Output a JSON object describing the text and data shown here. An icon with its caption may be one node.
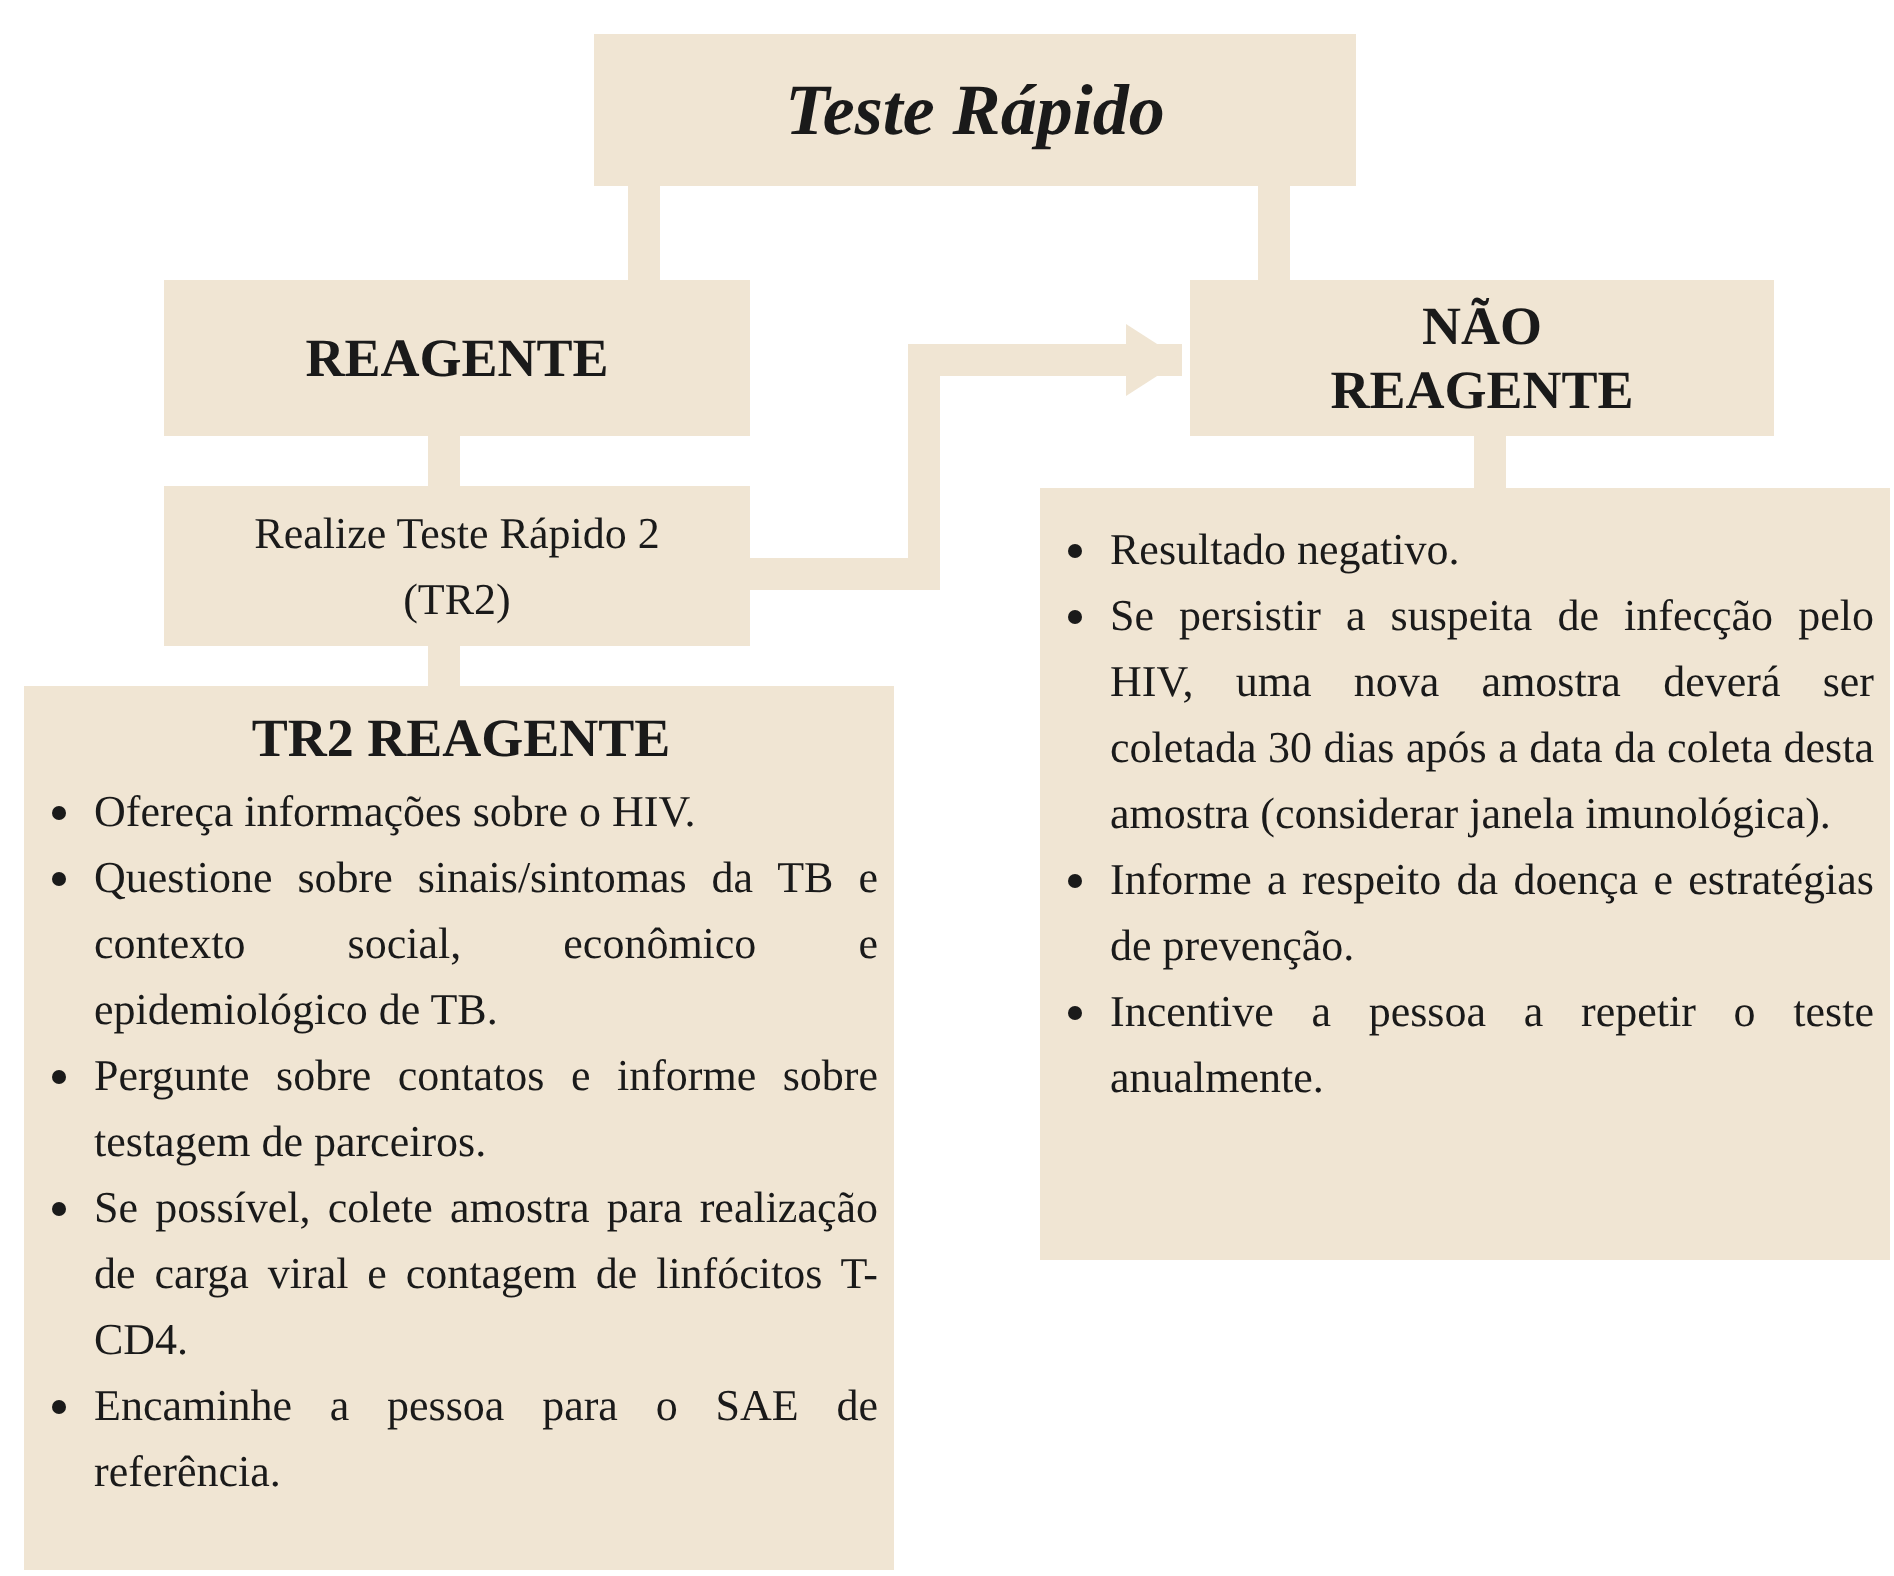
{
  "diagram": {
    "nodes": [
      {
        "text": [
          "Teste Rápido"
        ]
      },
      {
        "text": [
          "REAGENTE"
        ]
      },
      {
        "text": [
          "NÃO REAGENTE"
        ]
      },
      {
        "text": [
          "Realize Teste Rápido 2 (TR2)"
        ]
      },
      {
        "text": [
          "TR2 REAGENTE",
          "Ofereça informações sobre o HIV.",
          "Questione sobre sinais/sintomas da TB e contexto social, econômico e epidemiológico de TB.",
          "Pergunte sobre contatos e informe sobre testagem de parceiros.",
          "Se possível, colete amostra para realização de carga viral e contagem de linfócitos T-CD4.",
          "Encaminhe a pessoa para o SAE de referência."
        ]
      },
      {
        "text": [
          "Resultado negativo.",
          "Se persistir a suspeita de infecção pelo HIV, uma nova amostra deverá ser coletada 30 dias após a data da coleta desta amostra (considerar janela imunológica).",
          "Informe a respeito da doença e estratégias de prevenção.",
          "Incentive a pessoa a repetir o teste anualmente."
        ]
      }
    ],
    "edges": [
      {
        "from": 0,
        "to": 1,
        "arrow": "none"
      },
      {
        "from": 0,
        "to": 2,
        "arrow": "none"
      },
      {
        "from": 1,
        "to": 3,
        "arrow": "none"
      },
      {
        "from": 3,
        "to": 2,
        "arrow": "to"
      },
      {
        "from": 3,
        "to": 4,
        "arrow": "none"
      },
      {
        "from": 2,
        "to": 5,
        "arrow": "none"
      }
    ]
  }
}
